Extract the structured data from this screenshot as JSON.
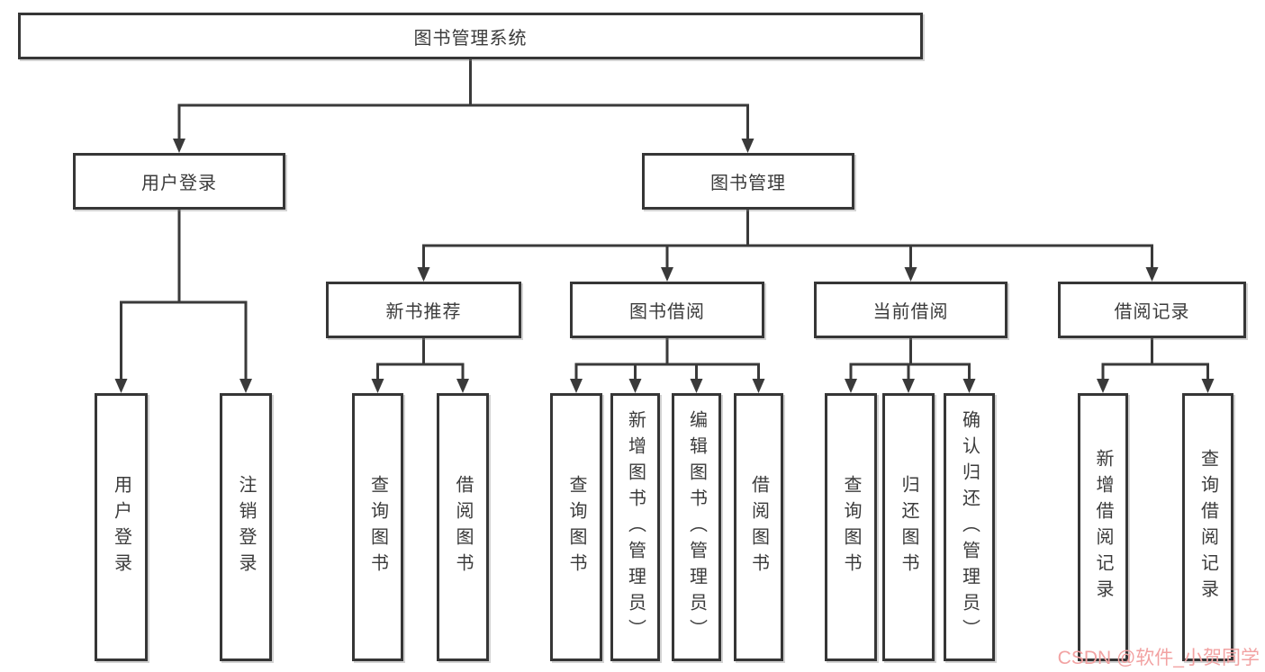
{
  "tree": {
    "label": "图书管理系统",
    "children": [
      {
        "label": "用户登录",
        "children": [
          {
            "label": "用户登录"
          },
          {
            "label": "注销登录"
          }
        ]
      },
      {
        "label": "图书管理",
        "children": [
          {
            "label": "新书推荐",
            "children": [
              {
                "label": "查询图书"
              },
              {
                "label": "借阅图书"
              }
            ]
          },
          {
            "label": "图书借阅",
            "children": [
              {
                "label": "查询图书"
              },
              {
                "label": "新增图书（管理员）"
              },
              {
                "label": "编辑图书（管理员）"
              },
              {
                "label": "借阅图书"
              }
            ]
          },
          {
            "label": "当前借阅",
            "children": [
              {
                "label": "查询图书"
              },
              {
                "label": "归还图书"
              },
              {
                "label": "确认归还（管理员）"
              }
            ]
          },
          {
            "label": "借阅记录",
            "children": [
              {
                "label": "新增借阅记录"
              },
              {
                "label": "查询借阅记录"
              }
            ]
          }
        ]
      }
    ]
  },
  "watermark": {
    "text": "CSDN @软件_小贺同学",
    "color": "#f2a2a2"
  },
  "colors": {
    "line": "#3a3a3a",
    "box_border": "#363636",
    "text": "#3b3b3b",
    "background": "#ffffff"
  }
}
